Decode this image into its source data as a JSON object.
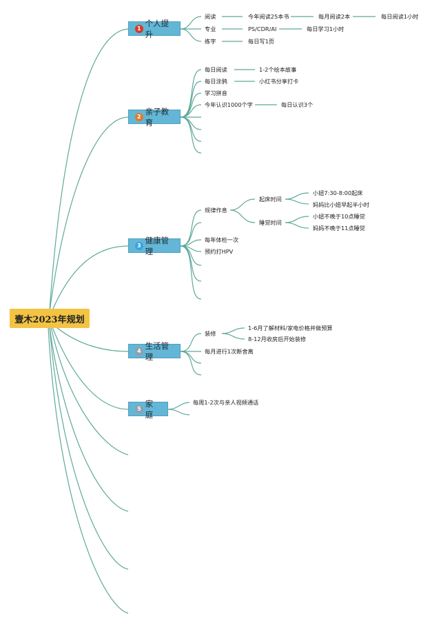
{
  "root": "壹木2023年规划",
  "branches": [
    {
      "number": "1",
      "label": "个人提升",
      "badge_color": "#d83a22"
    },
    {
      "number": "2",
      "label": "亲子教育",
      "badge_color": "#e07a2a"
    },
    {
      "number": "3",
      "label": "健康管理",
      "badge_color": "#3aa3e0"
    },
    {
      "number": "4",
      "label": "生活管理",
      "badge_color": "#8fa0aa"
    },
    {
      "number": "5",
      "label": "家 庭",
      "badge_color": "#8fa0aa"
    }
  ],
  "nodes": {
    "reading": "阅读",
    "reading_year": "今年阅读25本书",
    "reading_month": "每月阅读2本",
    "reading_day": "每日阅读1小时",
    "major": "专业",
    "major_tools": "PS/CDR/AI",
    "major_day": "每日学习1小时",
    "calligraphy": "练字",
    "calligraphy_day": "每日写1页",
    "daily_read": "每日阅读",
    "daily_read_detail": "1-2个绘本故事",
    "daily_paint": "每日涂鸦",
    "daily_paint_detail": "小红书分享打卡",
    "pinyin": "学习拼音",
    "chars_year": "今年认识1000个字",
    "chars_day": "每日认识3个",
    "routine": "规律作息",
    "wake_time": "起床时间",
    "wake_kid": "小妞7:30-8:00起床",
    "wake_mom": "妈妈比小妞早起半小时",
    "sleep_time": "睡觉时间",
    "sleep_kid": "小妞不晚于10点睡觉",
    "sleep_mom": "妈妈不晚于11点睡觉",
    "checkup": "每年体检一次",
    "hpv": "预约打HPV",
    "renovation": "装修",
    "renovation_1": "1-6月了解材料/家电价格并做预算",
    "renovation_2": "8-12月收房后开始装修",
    "declutter": "每月进行1次断舍离",
    "family_call": "每周1-2次与亲人视频通话"
  },
  "colors": {
    "connector": "#5ea89a",
    "branch_fill": "#63b6d6",
    "root_fill": "#f3c443"
  }
}
